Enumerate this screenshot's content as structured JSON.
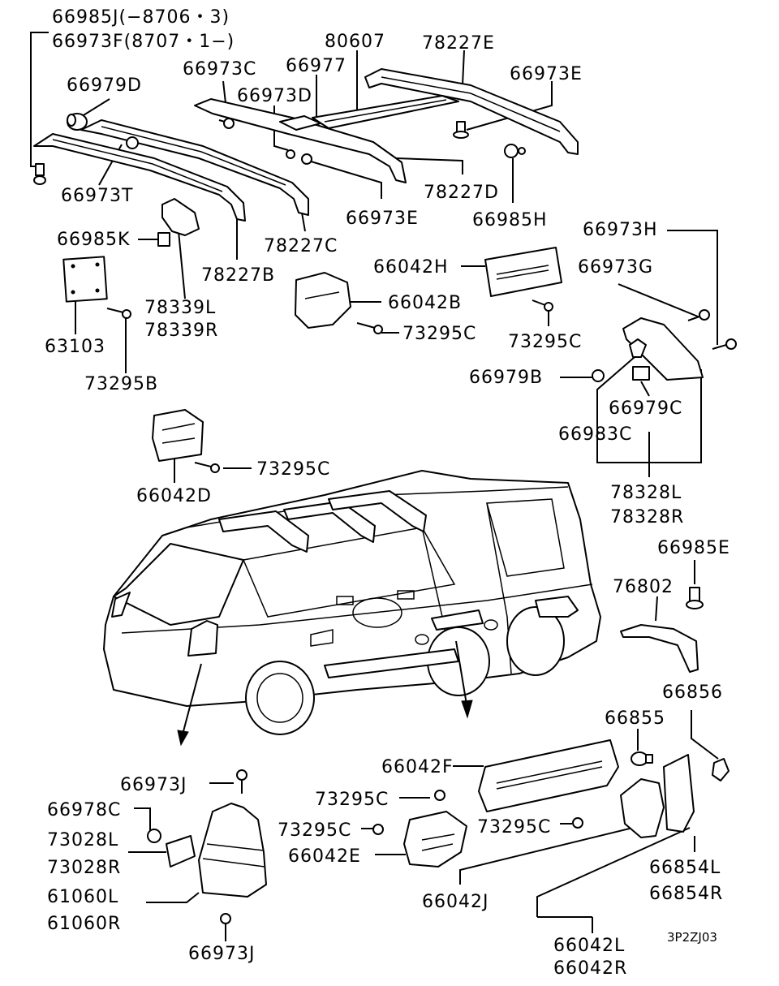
{
  "diagram": {
    "figure_code": "3P2ZJ03",
    "part_labels": {
      "p66985J": "66985J(−8706・3)",
      "p66973F": "66973F(8707・1−)",
      "p80607": "80607",
      "p78227E": "78227E",
      "p66979D": "66979D",
      "p66973C": "66973C",
      "p66977": "66977",
      "p66973E_top": "66973E",
      "p66973D": "66973D",
      "p66973T": "66973T",
      "p78227D": "78227D",
      "p66973E_mid": "66973E",
      "p66985H": "66985H",
      "p66985K": "66985K",
      "p78227C": "78227C",
      "p78227B": "78227B",
      "p66973H": "66973H",
      "p66042H": "66042H",
      "p66973G": "66973G",
      "p66042B": "66042B",
      "p78339L": "78339L",
      "p78339R": "78339R",
      "p73295C_a": "73295C",
      "p73295C_b": "73295C",
      "p63103": "63103",
      "p66979B": "66979B",
      "p73295B": "73295B",
      "p66979C": "66979C",
      "p66983C": "66983C",
      "p73295C_c": "73295C",
      "p78328L": "78328L",
      "p66042D": "66042D",
      "p78328R": "78328R",
      "p66985E": "66985E",
      "p76802": "76802",
      "p66856": "66856",
      "p66855": "66855",
      "p66042F": "66042F",
      "p66973J_top": "66973J",
      "p66978C": "66978C",
      "p73295C_d": "73295C",
      "p73028L": "73028L",
      "p73295C_e": "73295C",
      "p73295C_f": "73295C",
      "p73028R": "73028R",
      "p66042E": "66042E",
      "p66854L": "66854L",
      "p61060L": "61060L",
      "p66854R": "66854R",
      "p66042J": "66042J",
      "p61060R": "61060R",
      "p66042L": "66042L",
      "p66973J_bot": "66973J",
      "p66042R": "66042R"
    }
  }
}
